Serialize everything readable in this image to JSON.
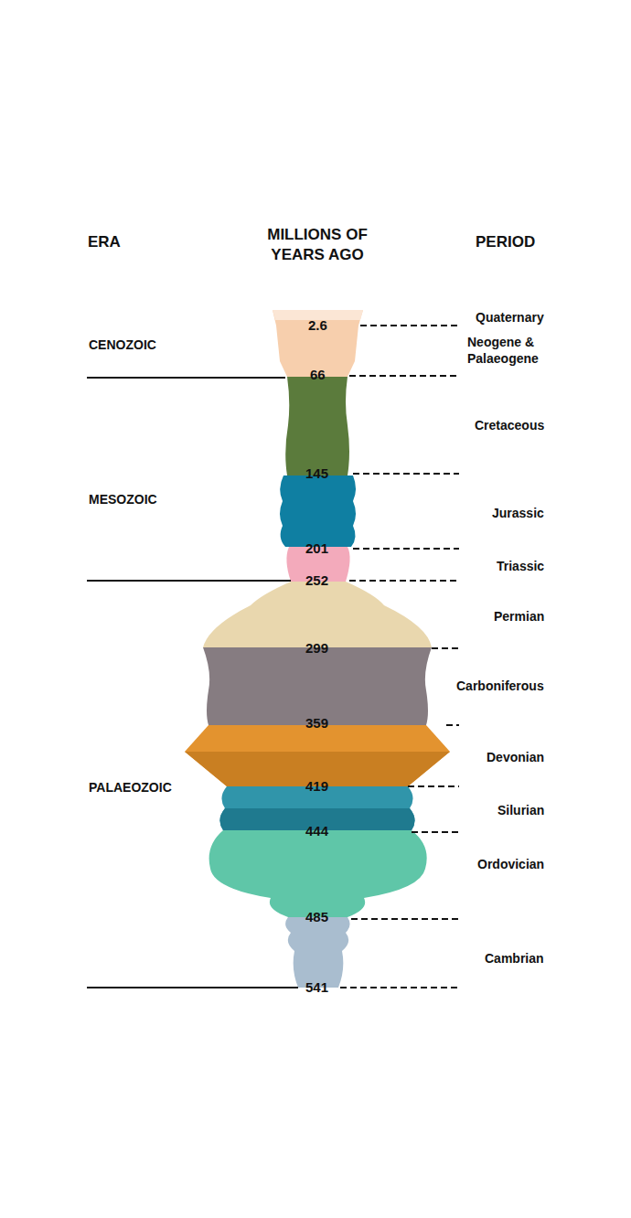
{
  "diagram": {
    "labels": [
      "ERA",
      "MILLIONS OF YEARS AGO",
      "PERIOD",
      "CENOZOIC",
      "MESOZOIC",
      "PALAEOZOIC",
      "2.6",
      "66",
      "145",
      "201",
      "252",
      "299",
      "359",
      "419",
      "444",
      "485",
      "541",
      "Quaternary",
      "Neogene & Palaeogene",
      "Cretaceous",
      "Jurassic",
      "Triassic",
      "Permian",
      "Carboniferous",
      "Devonian",
      "Silurian",
      "Ordovician",
      "Cambrian"
    ]
  }
}
